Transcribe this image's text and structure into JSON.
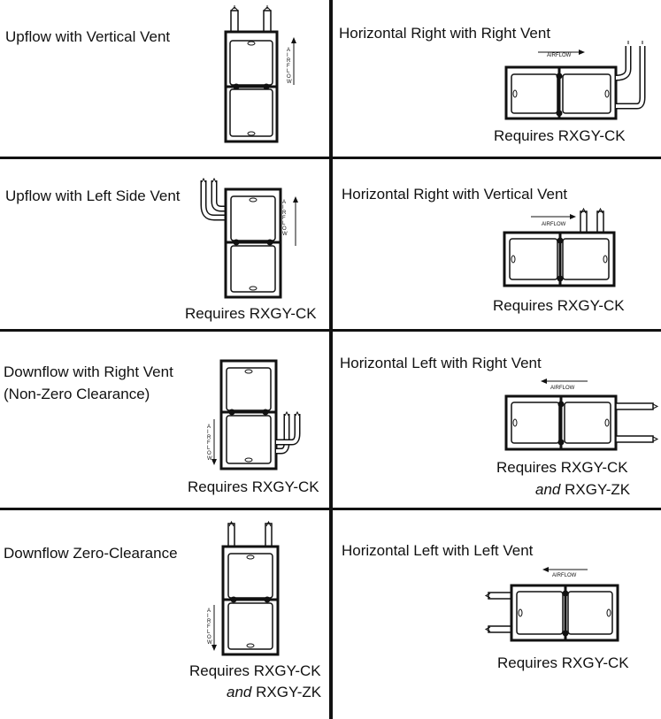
{
  "cells": [
    {
      "title": "Upflow with Vertical Vent"
    },
    {
      "title": "Horizontal Right with Right Vent",
      "requires": "Requires RXGY-CK",
      "airflow": "AIRFLOW"
    },
    {
      "title": "Upflow with Left Side Vent",
      "requires": "Requires RXGY-CK"
    },
    {
      "title": "Horizontal Right with Vertical Vent",
      "requires": "Requires RXGY-CK",
      "airflow": "AIRFLOW"
    },
    {
      "title_line1": "Downflow with Right Vent",
      "title_line2": "(Non-Zero Clearance)",
      "requires": "Requires RXGY-CK"
    },
    {
      "title": "Horizontal Left with Right Vent",
      "requires": "Requires RXGY-CK",
      "and_word": "and",
      "requires_extra": "RXGY-ZK",
      "airflow": "AIRFLOW"
    },
    {
      "title": "Downflow Zero-Clearance",
      "requires": "Requires RXGY-CK",
      "and_word": "and",
      "requires_extra": "RXGY-ZK"
    },
    {
      "title": "Horizontal Left with Left Vent",
      "requires": "Requires RXGY-CK",
      "airflow": "AIRFLOW"
    }
  ],
  "vertical_airflow_letters": [
    "A",
    "I",
    "R",
    "F",
    "L",
    "O",
    "W"
  ]
}
